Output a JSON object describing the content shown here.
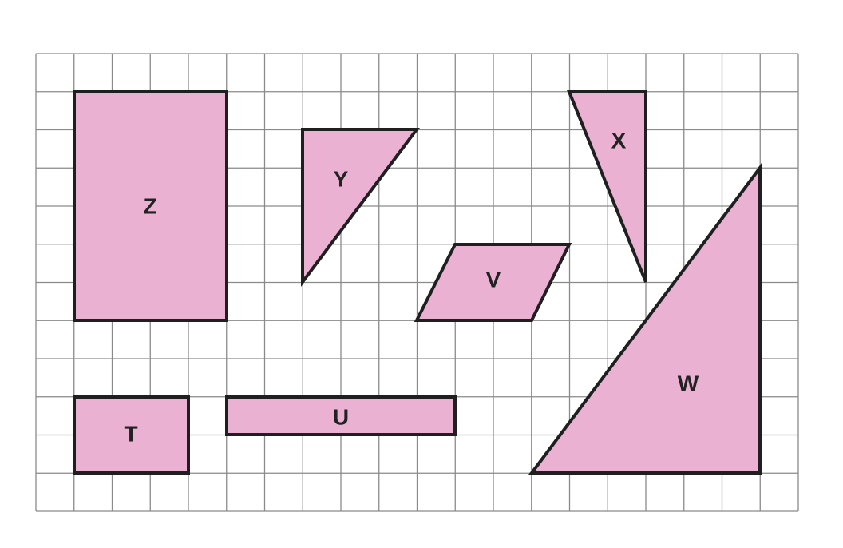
{
  "colors": {
    "grid_line": "#8a8a8a",
    "shape_fill": "#ebb1d3",
    "shape_stroke": "#1f1f1f",
    "label": "#222222",
    "background": "#ffffff"
  },
  "grid": {
    "columns": 20,
    "rows": 12
  },
  "shapes": [
    {
      "id": "Z",
      "label": "Z",
      "kind": "rectangle"
    },
    {
      "id": "Y",
      "label": "Y",
      "kind": "triangle"
    },
    {
      "id": "X",
      "label": "X",
      "kind": "triangle"
    },
    {
      "id": "V",
      "label": "V",
      "kind": "parallelogram"
    },
    {
      "id": "W",
      "label": "W",
      "kind": "triangle"
    },
    {
      "id": "T",
      "label": "T",
      "kind": "rectangle"
    },
    {
      "id": "U",
      "label": "U",
      "kind": "rectangle"
    }
  ]
}
